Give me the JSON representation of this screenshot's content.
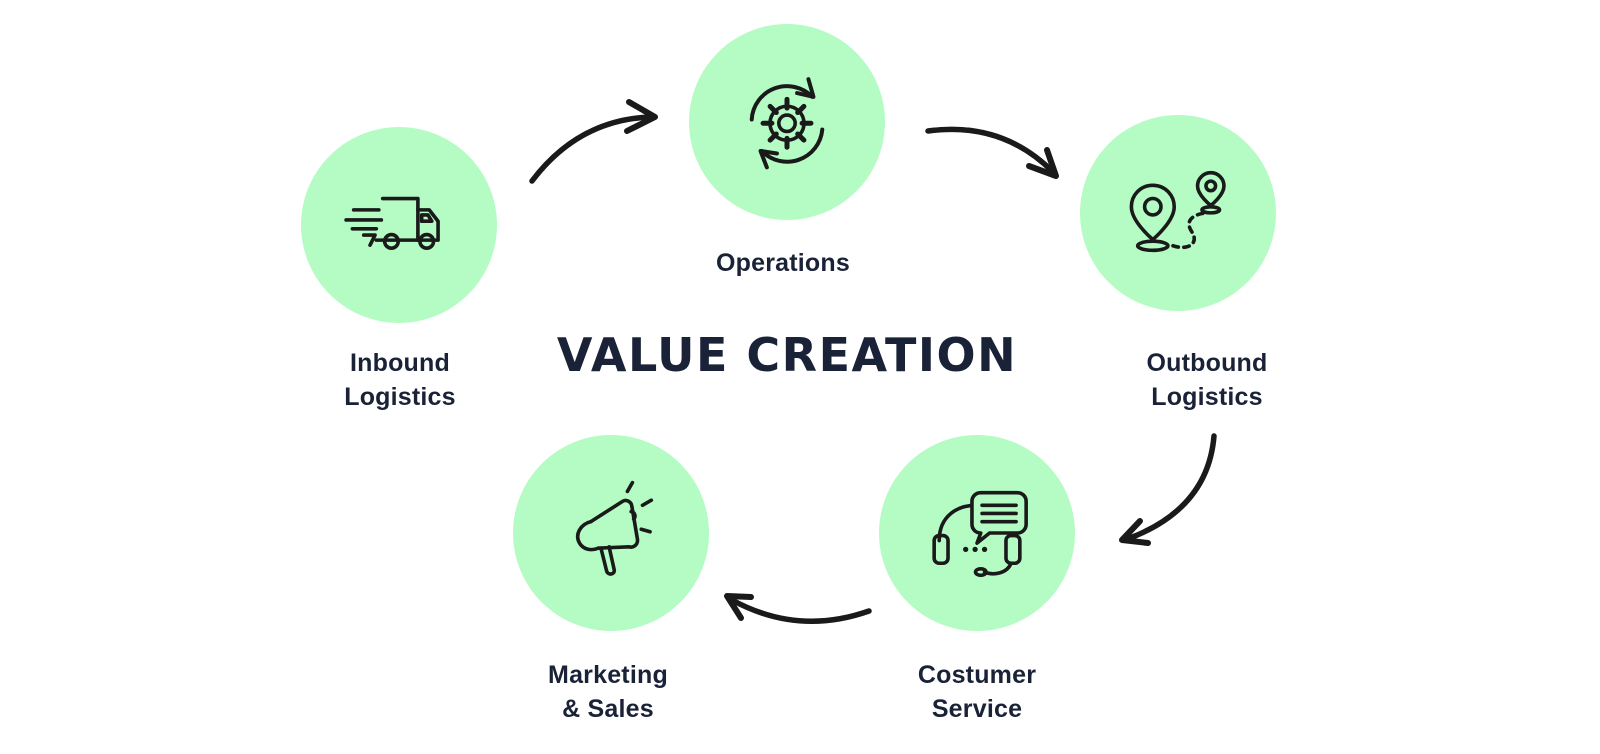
{
  "title": "VALUE CREATION",
  "colors": {
    "background": "#ffffff",
    "circle_fill": "#b4fcc4",
    "title_text": "#1a2238",
    "label_text": "#1a2238",
    "line_art": "#1a1a1a"
  },
  "nodes": {
    "inbound": {
      "line1": "Inbound",
      "line2": "Logistics",
      "icon": "delivery-truck-icon"
    },
    "operations": {
      "line1": "Operations",
      "icon": "process-cycle-gear-icon"
    },
    "outbound": {
      "line1": "Outbound",
      "line2": "Logistics",
      "icon": "route-location-pins-icon"
    },
    "costumer": {
      "line1": "Costumer",
      "line2": "Service",
      "icon": "headset-support-chat-icon"
    },
    "marketing": {
      "line1": "Marketing",
      "line2": "& Sales",
      "icon": "megaphone-icon"
    }
  },
  "arrows": [
    {
      "from": "inbound-logistics",
      "to": "operations"
    },
    {
      "from": "operations",
      "to": "outbound-logistics"
    },
    {
      "from": "outbound-logistics",
      "to": "costumer-service"
    },
    {
      "from": "costumer-service",
      "to": "marketing-sales"
    }
  ]
}
